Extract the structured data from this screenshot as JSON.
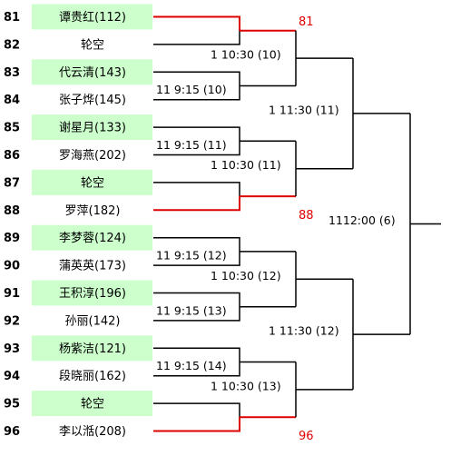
{
  "colors": {
    "highlight_fill": "#ccffcc",
    "line_black": "#000000",
    "line_red": "#dd0000",
    "winner_text": "#e00000"
  },
  "entries": [
    {
      "seed": "81",
      "name": "谭贵红(112)",
      "highlight": true
    },
    {
      "seed": "82",
      "name": "轮空",
      "highlight": false
    },
    {
      "seed": "83",
      "name": "代云清(143)",
      "highlight": true
    },
    {
      "seed": "84",
      "name": "张子烨(145)",
      "highlight": false
    },
    {
      "seed": "85",
      "name": "谢星月(133)",
      "highlight": true
    },
    {
      "seed": "86",
      "name": "罗海燕(202)",
      "highlight": false
    },
    {
      "seed": "87",
      "name": "轮空",
      "highlight": true
    },
    {
      "seed": "88",
      "name": "罗萍(182)",
      "highlight": false
    },
    {
      "seed": "89",
      "name": "李梦蓉(124)",
      "highlight": true
    },
    {
      "seed": "90",
      "name": "蒲英英(173)",
      "highlight": false
    },
    {
      "seed": "91",
      "name": "王积淳(196)",
      "highlight": true
    },
    {
      "seed": "92",
      "name": "孙丽(142)",
      "highlight": false
    },
    {
      "seed": "93",
      "name": "杨紫洁(121)",
      "highlight": true
    },
    {
      "seed": "94",
      "name": "段晓丽(162)",
      "highlight": false
    },
    {
      "seed": "95",
      "name": "轮空",
      "highlight": true
    },
    {
      "seed": "96",
      "name": "李以湉(208)",
      "highlight": false
    }
  ],
  "matches": {
    "r1_1": {
      "winner": "81"
    },
    "r1_2": {
      "label": "11 9:15 (10)"
    },
    "r1_3": {
      "label": "11 9:15 (11)"
    },
    "r1_4": {
      "winner": "88"
    },
    "r1_5": {
      "label": "11 9:15 (12)"
    },
    "r1_6": {
      "label": "11 9:15 (13)"
    },
    "r1_7": {
      "label": "11 9:15 (14)"
    },
    "r1_8": {
      "winner": "96"
    },
    "r2_1": {
      "label": "1 10:30 (10)"
    },
    "r2_2": {
      "label": "1 10:30 (11)"
    },
    "r2_3": {
      "label": "1 10:30 (12)"
    },
    "r2_4": {
      "label": "1 10:30 (13)"
    },
    "r3_1": {
      "label": "1 11:30 (11)"
    },
    "r3_2": {
      "label": "1 11:30 (12)"
    },
    "final": {
      "label": "1112:00 (6)"
    }
  }
}
